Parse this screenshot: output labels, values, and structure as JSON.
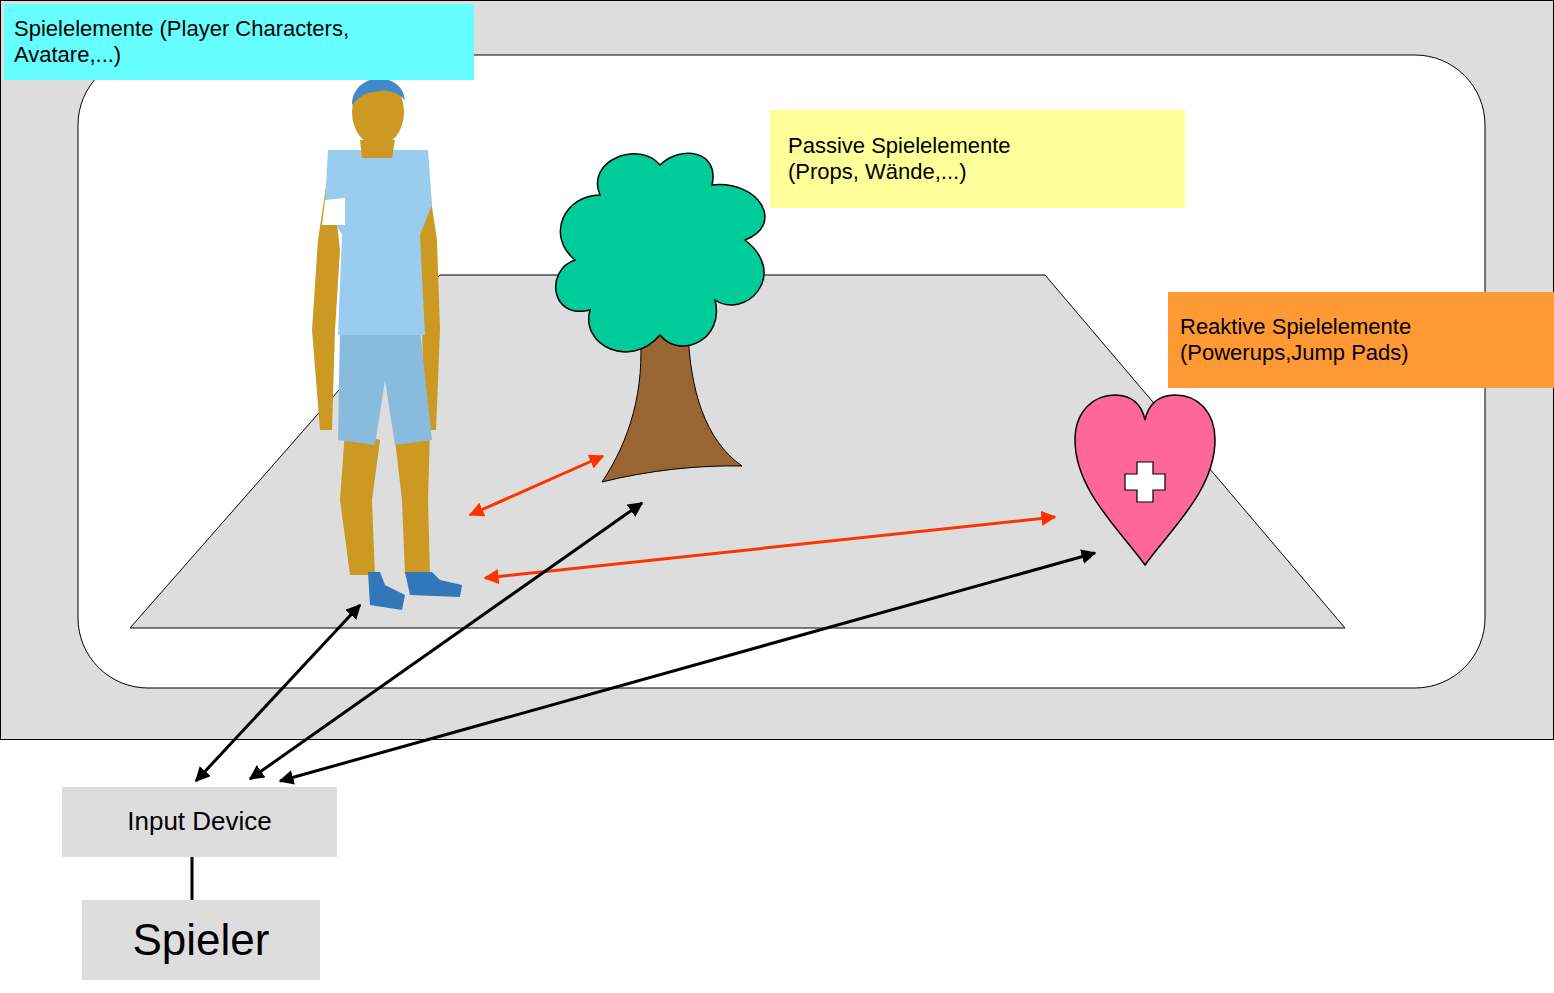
{
  "diagram": {
    "nodes": [
      {
        "text": [
          "Spielelemente (Player Characters, Avatare,...)"
        ]
      },
      {
        "text": [
          "Passive Spielelemente (Props, Wände,...)"
        ]
      },
      {
        "text": [
          "Reaktive Spielelemente (Powerups,Jump Pads)"
        ]
      },
      {
        "text": [
          "Input Device"
        ]
      },
      {
        "text": [
          "Spieler"
        ]
      }
    ],
    "edges": [
      {
        "from": 3,
        "to": 4,
        "arrow": "none"
      }
    ]
  }
}
